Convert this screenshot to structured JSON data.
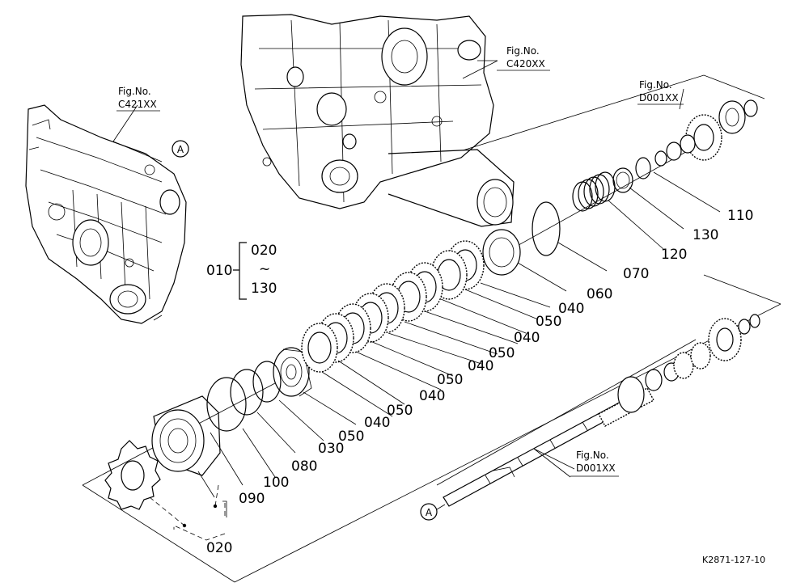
{
  "figure_refs": [
    {
      "id": "c421",
      "line1": "Fig.No.",
      "line2": "C421XX"
    },
    {
      "id": "c420",
      "line1": "Fig.No.",
      "line2": "C420XX"
    },
    {
      "id": "d001-top",
      "line1": "Fig.No.",
      "line2": "D001XX"
    },
    {
      "id": "d001-bottom",
      "line1": "Fig.No.",
      "line2": "D001XX"
    }
  ],
  "connector_letter": "A",
  "group": {
    "assembly": "010",
    "from": "020",
    "tilde": "~",
    "to": "130"
  },
  "parts": {
    "p110": "110",
    "p130": "130",
    "p120": "120",
    "p070": "070",
    "p060": "060",
    "p040a": "040",
    "p050a": "050",
    "p040b": "040",
    "p050b": "050",
    "p040c": "040",
    "p050c": "050",
    "p040d": "040",
    "p050d": "050",
    "p040e": "040",
    "p050e": "050",
    "p030": "030",
    "p080": "080",
    "p100": "100",
    "p090": "090",
    "p020": "020"
  },
  "drawing_code": "K2871-127-10"
}
